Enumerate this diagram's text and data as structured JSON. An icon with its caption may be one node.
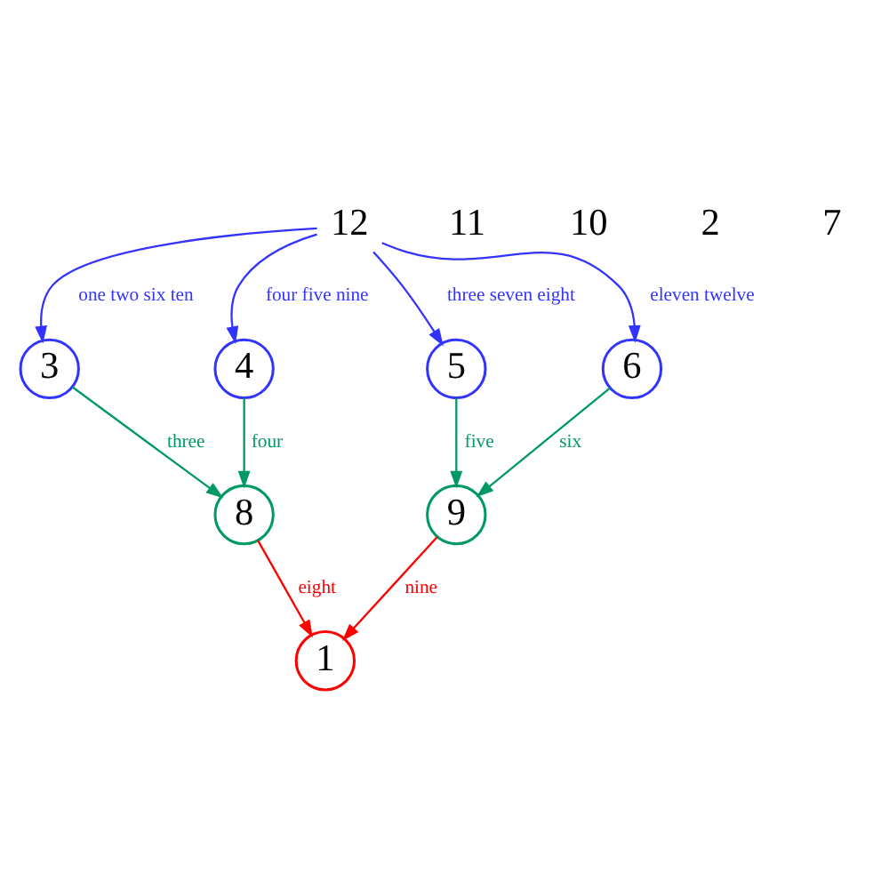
{
  "diagram": {
    "nodes": [
      {
        "text": [
          "12"
        ]
      },
      {
        "text": [
          "1"
        ]
      },
      {
        "text": [
          "9"
        ]
      },
      {
        "text": [
          "3"
        ]
      },
      {
        "text": [
          "8"
        ]
      },
      {
        "text": [
          "4"
        ]
      },
      {
        "text": [
          "5"
        ]
      },
      {
        "text": [
          "6"
        ]
      }
    ],
    "edges": [
      {
        "from": 0,
        "to": 7,
        "arrow": "to",
        "label": "eleven twelve",
        "color": "#3333ff"
      },
      {
        "from": 0,
        "to": 6,
        "arrow": "to",
        "label": "three seven eight",
        "color": "#3333ff"
      },
      {
        "from": 0,
        "to": 5,
        "arrow": "to",
        "label": "four five nine",
        "color": "#3333ff"
      },
      {
        "from": 0,
        "to": 3,
        "arrow": "to",
        "label": "one two six ten",
        "color": "#3333ff"
      },
      {
        "from": 2,
        "to": 1,
        "arrow": "to",
        "label": "nine",
        "color": "#ff0000"
      },
      {
        "from": 4,
        "to": 1,
        "arrow": "to",
        "label": "eight",
        "color": "#ff0000"
      },
      {
        "from": 3,
        "to": 4,
        "arrow": "to",
        "label": "three",
        "color": "#009966"
      },
      {
        "from": 5,
        "to": 4,
        "arrow": "to",
        "label": "four",
        "color": "#009966"
      },
      {
        "from": 6,
        "to": 2,
        "arrow": "to",
        "label": "five",
        "color": "#009966"
      },
      {
        "from": 7,
        "to": 2,
        "arrow": "to",
        "label": "six",
        "color": "#009966"
      }
    ],
    "labels": [
      "11",
      "10",
      "2",
      "7"
    ]
  }
}
